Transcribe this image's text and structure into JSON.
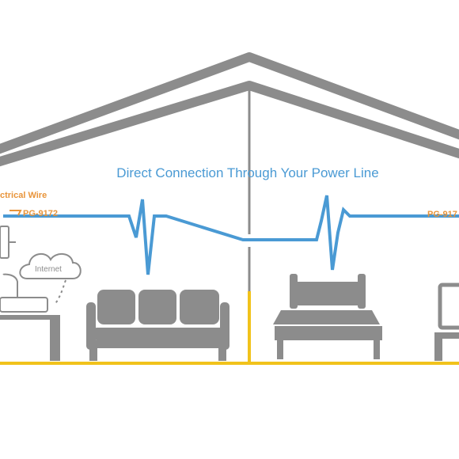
{
  "diagram": {
    "headline": "Direct Connection Through Your Power Line",
    "left_wire_label": "ctrical Wire",
    "left_device_label": "PG-9172",
    "right_device_label": "PG-917",
    "cloud_label": "Internet"
  },
  "colors": {
    "house": "#8c8c8c",
    "signal": "#4a9ad4",
    "wire": "#f1c21b",
    "accent": "#e8943a"
  },
  "icons": [
    "house-roof-icon",
    "sofa-icon",
    "bed-icon",
    "monitor-icon",
    "router-icon",
    "cloud-icon",
    "power-adapter-icon"
  ]
}
